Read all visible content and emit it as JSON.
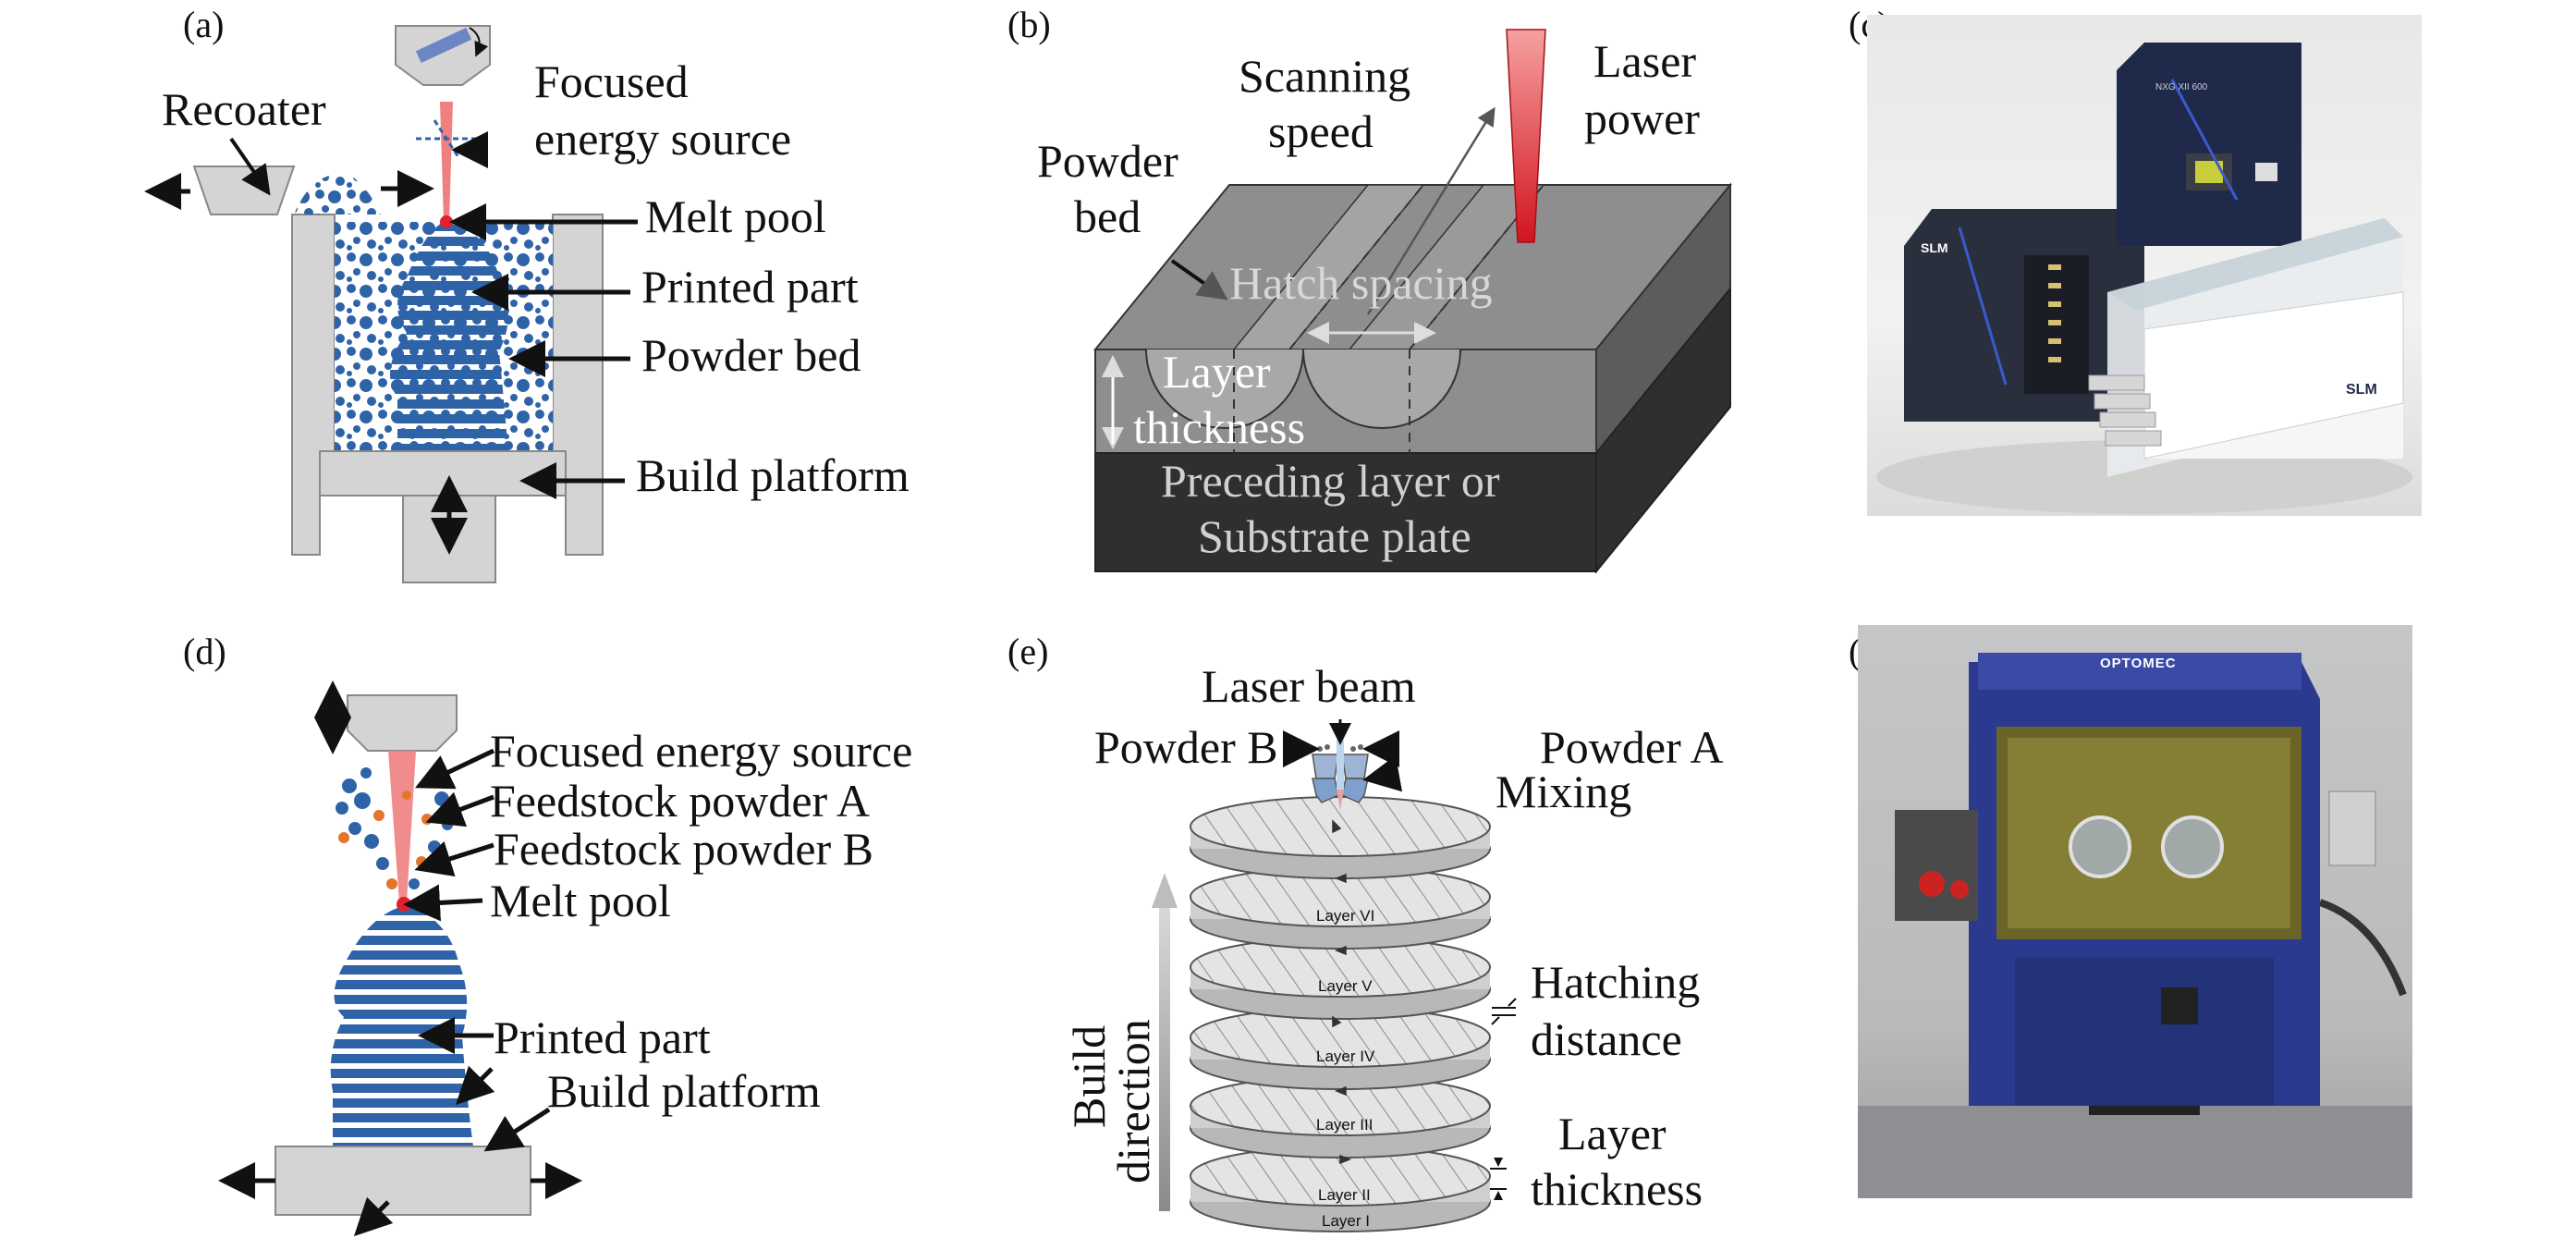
{
  "panels": {
    "a": {
      "tag": "(a)",
      "recoater": "Recoater",
      "focused_energy_source_line1": "Focused",
      "focused_energy_source_line2": "energy source",
      "melt_pool": "Melt pool",
      "printed_part": "Printed part",
      "powder_bed": "Powder bed",
      "build_platform": "Build platform"
    },
    "b": {
      "tag": "(b)",
      "scanning_speed_line1": "Scanning",
      "scanning_speed_line2": "speed",
      "laser_power_line1": "Laser",
      "laser_power_line2": "power",
      "powder_bed_line1": "Powder",
      "powder_bed_line2": "bed",
      "hatch_spacing": "Hatch spacing",
      "layer_thickness_line1": "Layer",
      "layer_thickness_line2": "thickness",
      "preceding_layer_line1": "Preceding layer or",
      "preceding_layer_line2": "Substrate plate"
    },
    "c": {
      "tag": "(c)",
      "brand_main": "SLM",
      "brand_side": "SLM",
      "model": "NXG XII 600"
    },
    "d": {
      "tag": "(d)",
      "focused_energy_source": "Focused energy source",
      "feedstock_a": "Feedstock powder A",
      "feedstock_b": "Feedstock powder B",
      "melt_pool": "Melt pool",
      "printed_part": "Printed part",
      "build_platform": "Build platform"
    },
    "e": {
      "tag": "(e)",
      "laser_beam": "Laser beam",
      "powder_b": "Powder B",
      "powder_a": "Powder A",
      "mixing": "Mixing",
      "build_direction_line1": "Build",
      "build_direction_line2": "direction",
      "hatching_distance_line1": "Hatching",
      "hatching_distance_line2": "distance",
      "layer_thickness_line1": "Layer",
      "layer_thickness_line2": "thickness",
      "layers": [
        "Layer VI",
        "Layer V",
        "Layer IV",
        "Layer III",
        "Layer II",
        "Layer I"
      ]
    },
    "f": {
      "tag": "(f)",
      "brand": "OPTOMEC"
    }
  },
  "colors": {
    "powder_blue": "#2f63a8",
    "powder_orange": "#e2762b",
    "frame_gray": "#d4d4d4",
    "laser_red": "#e0202a",
    "substrate_dark": "#2f2f2f",
    "machine_navy": "#1f2a4a",
    "optomec_blue": "#2b3a8f"
  }
}
